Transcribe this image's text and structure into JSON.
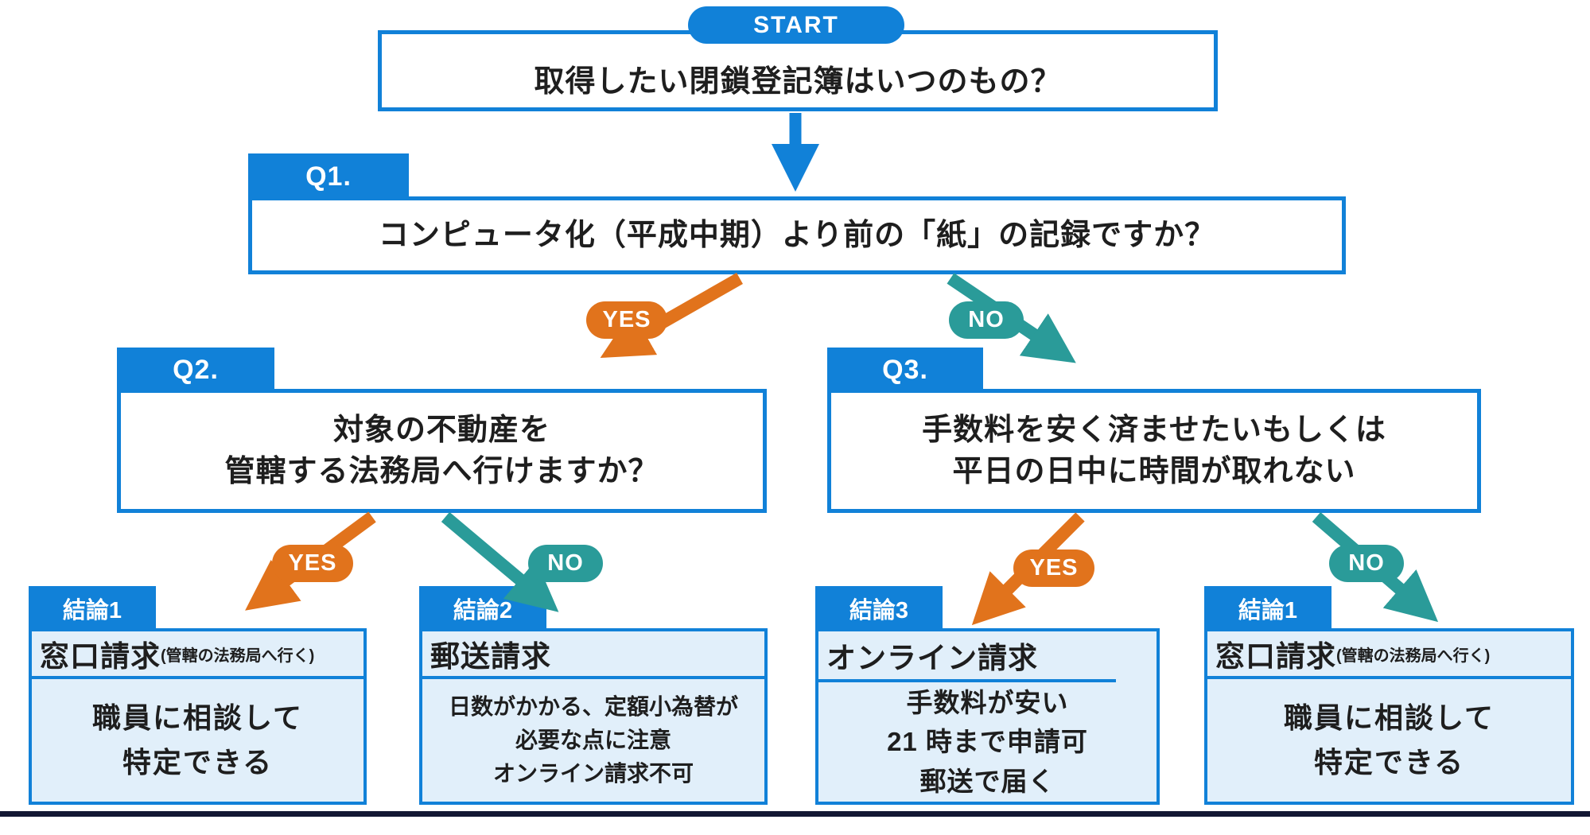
{
  "palette": {
    "primary_blue": "#1181d8",
    "yes_orange": "#e1731c",
    "no_teal": "#2a9b99",
    "conclusion_bg": "#e1effa",
    "text": "#1e1e1e",
    "footer_bar": "#131733"
  },
  "start": {
    "badge": "START",
    "question": "取得したい閉鎖登記簿はいつのもの？"
  },
  "q1": {
    "tab": "Q1.",
    "text": "コンピュータ化（平成中期）より前の「紙」の記録ですか？"
  },
  "q2": {
    "tab": "Q2.",
    "line1": "対象の不動産を",
    "line2": "管轄する法務局へ行けますか？"
  },
  "q3": {
    "tab": "Q3.",
    "line1": "手数料を安く済ませたいもしくは",
    "line2": "平日の日中に時間が取れない"
  },
  "labels": {
    "yes": "YES",
    "no": "NO"
  },
  "conclusions": [
    {
      "tab": "結論1",
      "title": "窓口請求",
      "title_note": "(管轄の法務局へ行く)",
      "body": [
        "職員に相談して",
        "特定できる"
      ]
    },
    {
      "tab": "結論2",
      "title": "郵送請求",
      "title_note": "",
      "body": [
        "日数がかかる、定額小為替が",
        "必要な点に注意",
        "オンライン請求不可"
      ]
    },
    {
      "tab": "結論3",
      "title": "オンライン請求",
      "title_note": "",
      "body": [
        "手数料が安い",
        "21 時まで申請可",
        "郵送で届く"
      ]
    },
    {
      "tab": "結論1",
      "title": "窓口請求",
      "title_note": "(管轄の法務局へ行く)",
      "body": [
        "職員に相談して",
        "特定できる"
      ]
    }
  ]
}
